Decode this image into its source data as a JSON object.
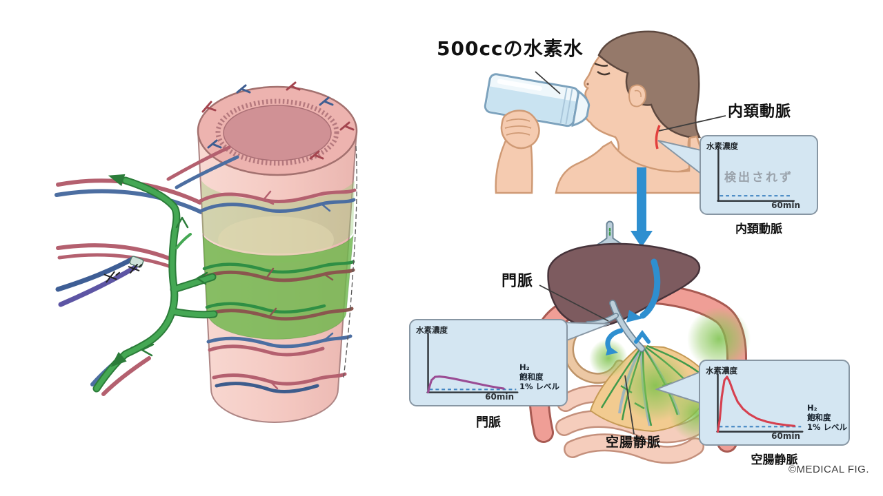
{
  "figure": {
    "credit": "©MEDICAL FIG."
  },
  "right_figure": {
    "bottle_label": "500ccの水素水",
    "carotid_label": "内頚動脈",
    "portal_label": "門脈",
    "jejunal_label": "空腸静脈"
  },
  "colors": {
    "chart_box_fill": "#d4e6f2",
    "chart_box_border": "#8796a3",
    "axis": "#2e3338",
    "baseline_dash_blue": "#4285c2",
    "portal_curve_purple": "#9a4c94",
    "jejunal_curve_red": "#d6404f",
    "flow_arrow_blue": "#2e8fd0",
    "artery_red": "#b4606f",
    "vein_blue": "#4c6ea1",
    "hydrogen_vein_green": "#45a854",
    "saturation_band_green": "#6eb84e",
    "liver_brown": "#7d5b5f",
    "intestine_pink": "#ef9e96",
    "mesentery_tan": "#f2cb90",
    "skin": "#f5cbb0",
    "hair_brown": "#95796a",
    "carotid_mark_red": "#e2403d"
  },
  "chart_data": [
    {
      "id": "carotid",
      "type": "line",
      "caption": "内頚動脈",
      "ylabel": "水素濃度",
      "xlabel": "60min",
      "xmax": 60,
      "ymax": 10,
      "baseline": 1,
      "note": "検出されず",
      "color": null,
      "series": []
    },
    {
      "id": "portal",
      "type": "line",
      "caption": "門脈",
      "ylabel": "水素濃度",
      "xlabel": "60min",
      "xmax": 60,
      "ymax": 20,
      "baseline": 1,
      "annotation_lines": [
        "H₂",
        "飽和度",
        "1% レベル"
      ],
      "color": "#9a4c94",
      "series": [
        [
          0,
          0
        ],
        [
          1,
          2
        ],
        [
          2.5,
          4.2
        ],
        [
          5,
          5.3
        ],
        [
          8,
          5.4
        ],
        [
          12,
          5.2
        ],
        [
          18,
          4.7
        ],
        [
          25,
          4.0
        ],
        [
          32,
          3.3
        ],
        [
          38,
          2.7
        ],
        [
          44,
          2.1
        ],
        [
          50,
          1.6
        ],
        [
          54,
          1.3
        ]
      ]
    },
    {
      "id": "jejunal",
      "type": "line",
      "caption": "空腸静脈",
      "ylabel": "水素濃度",
      "xlabel": "60min",
      "xmax": 60,
      "ymax": 11.5,
      "baseline": 1,
      "annotation_lines": [
        "H₂",
        "飽和度",
        "1% レベル"
      ],
      "color": "#d6404f",
      "series": [
        [
          0,
          0
        ],
        [
          1.5,
          2.5
        ],
        [
          3,
          7
        ],
        [
          5,
          10.3
        ],
        [
          7,
          11
        ],
        [
          9,
          10
        ],
        [
          12,
          7.8
        ],
        [
          15,
          6
        ],
        [
          19,
          4.6
        ],
        [
          24,
          3.5
        ],
        [
          30,
          2.6
        ],
        [
          37,
          2.0
        ],
        [
          44,
          1.6
        ],
        [
          52,
          1.3
        ],
        [
          58,
          1.15
        ]
      ]
    }
  ]
}
